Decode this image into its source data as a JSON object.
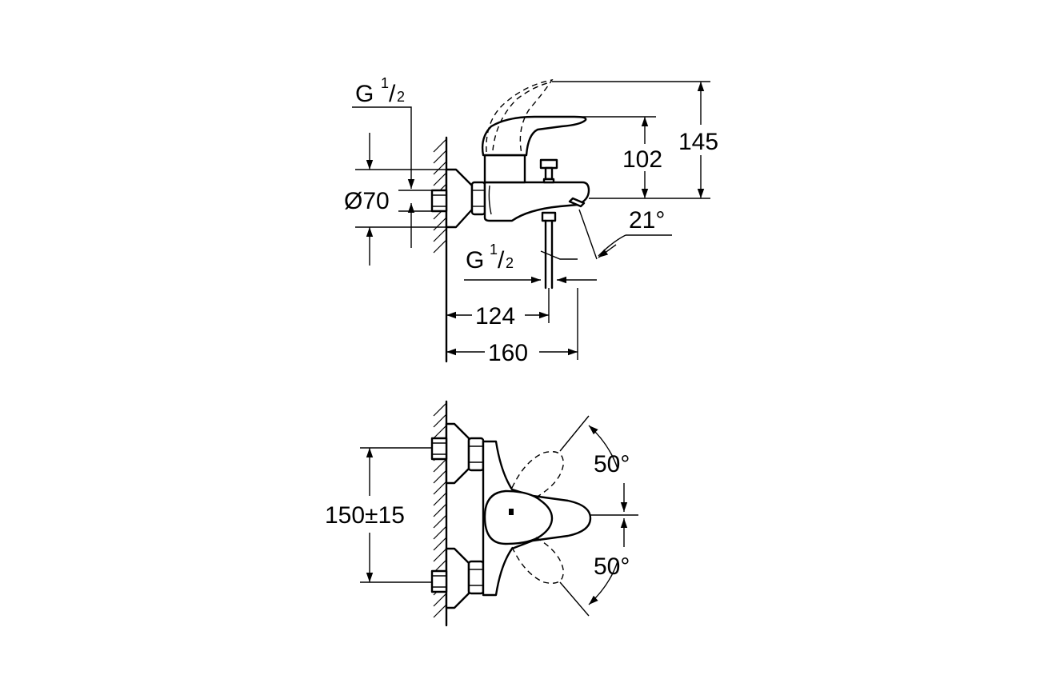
{
  "side_view": {
    "thread_top": {
      "main": "G",
      "num": "1",
      "den": "2"
    },
    "thread_bottom": {
      "main": "G",
      "num": "1",
      "den": "2"
    },
    "diameter": "Ø70",
    "height_lever": "102",
    "height_total": "145",
    "angle_spout": "21°",
    "depth_inlet": "124",
    "depth_total": "160"
  },
  "front_view": {
    "centre_distance": "150±15",
    "angle_up": "50°",
    "angle_down": "50°"
  }
}
